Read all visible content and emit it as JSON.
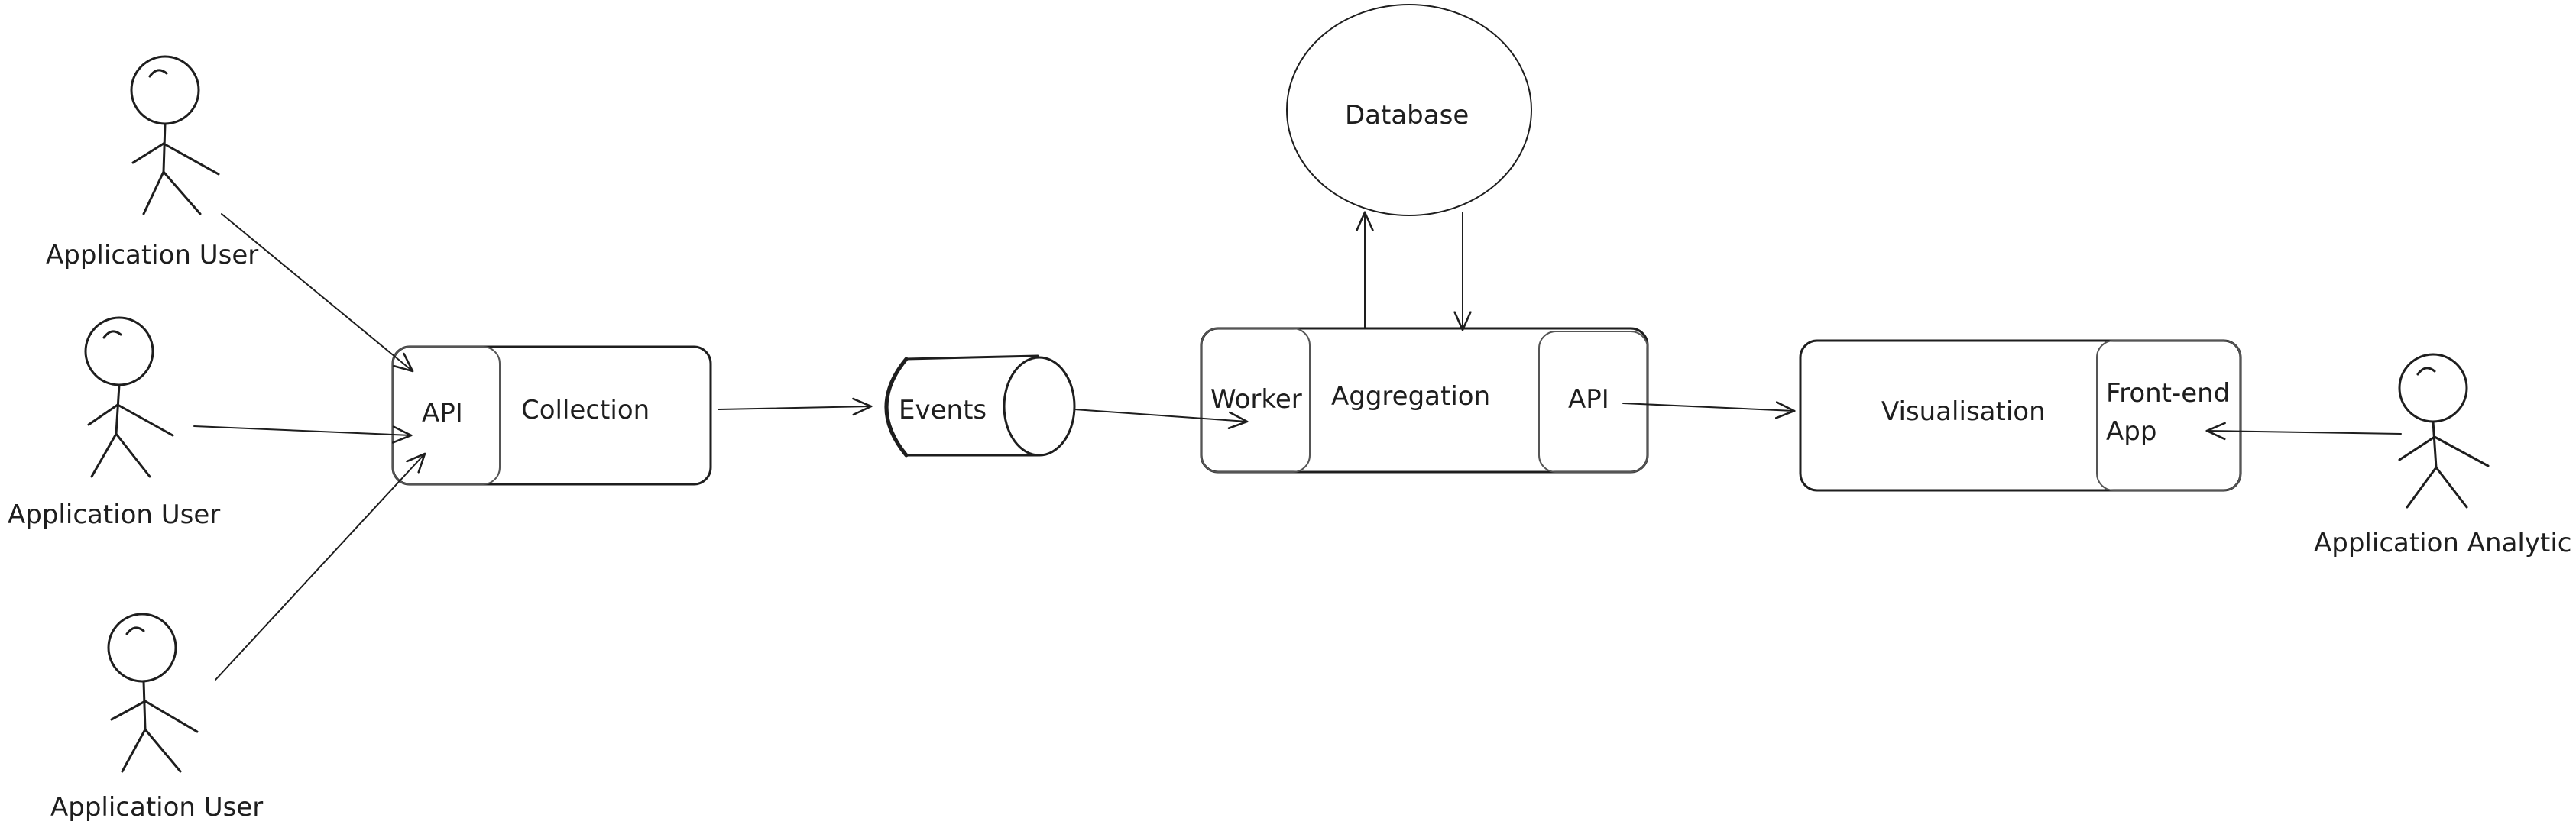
{
  "actors": {
    "user_top": "Application User",
    "user_middle": "Application User",
    "user_bottom": "Application User",
    "analytic": "Application Analytic"
  },
  "collection": {
    "api": "API",
    "title": "Collection"
  },
  "events": {
    "title": "Events"
  },
  "aggregation": {
    "worker": "Worker",
    "title": "Aggregation",
    "api": "API"
  },
  "database": {
    "title": "Database"
  },
  "visualisation": {
    "title": "Visualisation",
    "frontend_line1": "Front-end",
    "frontend_line2": "App"
  }
}
